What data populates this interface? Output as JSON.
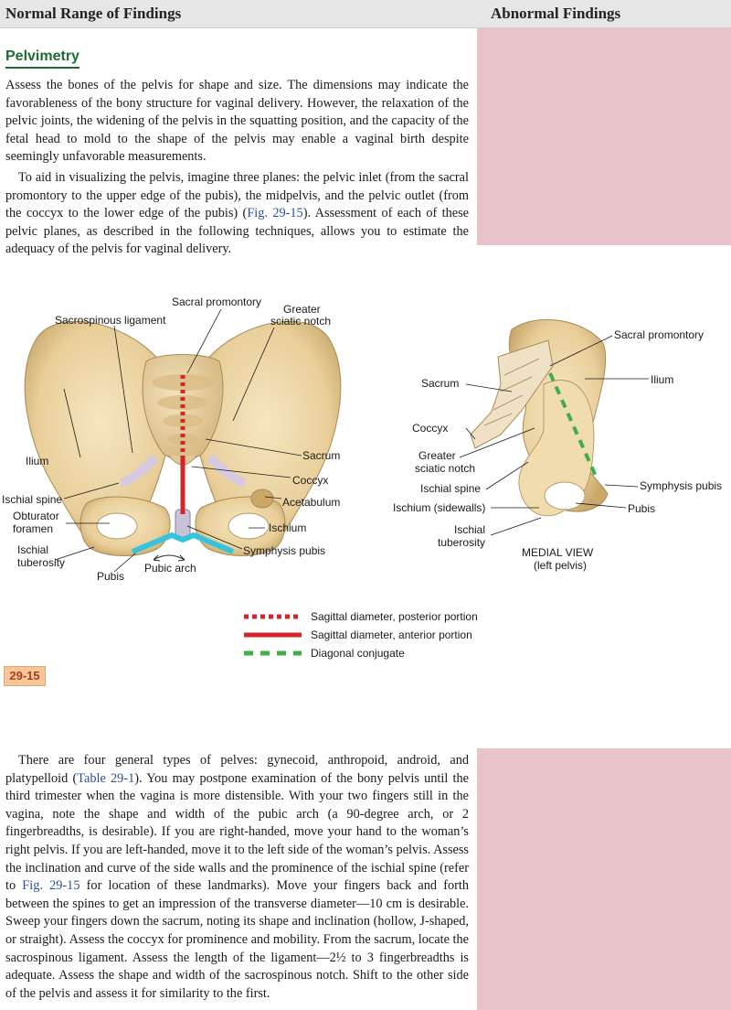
{
  "header": {
    "left": "Normal Range of Findings",
    "right": "Abnormal Findings"
  },
  "section": {
    "title": "Pelvimetry"
  },
  "para1": "Assess the bones of the pelvis for shape and size. The dimensions may indicate the favorableness of the bony structure for vaginal delivery. However, the relaxation of the pelvic joints, the widening of the pelvis in the squatting position, and the capacity of the fetal head to mold to the shape of the pelvis may enable a vaginal birth despite seemingly unfavorable measurements.",
  "para2": {
    "before": "To aid in visualizing the pelvis, imagine three planes: the pelvic inlet (from the sacral promontory to the upper edge of the pubis), the midpelvis, and the pelvic outlet (from the coccyx to the lower edge of the pubis) (",
    "link": "Fig. 29-15",
    "after": "). Assessment of each of these pelvic planes, as described in the following techniques, allows you to estimate the adequacy of the pelvis for vaginal delivery."
  },
  "figure": {
    "number": "29-15",
    "front_labels": {
      "sacral_promontory": "Sacral promontory",
      "greater_sciatic_notch_1": "Greater",
      "greater_sciatic_notch_2": "sciatic notch",
      "sacrospinous_ligament": "Sacrospinous ligament",
      "ilium": "Ilium",
      "sacrum": "Sacrum",
      "coccyx": "Coccyx",
      "acetabulum": "Acetabulum",
      "ischial_spine": "Ischial spine",
      "obturator_1": "Obturator",
      "obturator_2": "foramen",
      "ischium": "Ischium",
      "ischial_tuberosity_1": "Ischial",
      "ischial_tuberosity_2": "tuberosity",
      "symphysis_pubis": "Symphysis pubis",
      "pubic_arch": "Pubic arch",
      "pubis": "Pubis"
    },
    "medial_labels": {
      "sacral_promontory": "Sacral promontory",
      "sacrum": "Sacrum",
      "ilium": "Ilium",
      "coccyx": "Coccyx",
      "greater_sciatic_notch_1": "Greater",
      "greater_sciatic_notch_2": "sciatic notch",
      "ischial_spine": "Ischial spine",
      "symphysis_pubis": "Symphysis pubis",
      "ischium_sidewalls": "Ischium (sidewalls)",
      "pubis": "Pubis",
      "ischial_tuberosity_1": "Ischial",
      "ischial_tuberosity_2": "tuberosity",
      "view_title": "MEDIAL VIEW",
      "view_subtitle": "(left pelvis)"
    },
    "legend": [
      {
        "label": "Sagittal diameter, posterior portion",
        "color": "#d3262b",
        "style": "dotted"
      },
      {
        "label": "Sagittal diameter, anterior portion",
        "color": "#d3262b",
        "style": "solid"
      },
      {
        "label": "Diagonal conjugate",
        "color": "#3fae49",
        "style": "dashed"
      }
    ]
  },
  "para3": {
    "t1": "There are four general types of pelves: gynecoid, anthropoid, android, and platypelloid (",
    "l1": "Table 29-1",
    "t2": "). You may postpone examination of the bony pelvis until the third trimester when the vagina is more distensible. With your two fingers still in the vagina, note the shape and width of the pubic arch (a 90-degree arch, or 2 fingerbreadths, is desirable). If you are right-handed, move your hand to the woman’s right pelvis. If you are left-handed, move it to the left side of the woman’s pelvis. Assess the inclination and curve of the side walls and the prominence of the ischial spine (refer to ",
    "l2": "Fig. 29-15",
    "t3": " for location of these landmarks). Move your fingers back and forth between the spines to get an impression of the transverse diameter—10 cm is desirable. Sweep your fingers down the sacrum, noting its shape and inclination (hollow, J-shaped, or straight). Assess the coccyx for prominence and mobility. From the sacrum, locate the sacrospinous ligament. Assess the length of the ligament—2½ to 3 fingerbreadths is adequate. Assess the shape and width of the sacrospinous notch. Shift to the other side of the pelvis and assess it for similarity to the first."
  },
  "colors": {
    "section_green": "#1f6b35",
    "abnormal_panel": "#e8c4ca",
    "link_blue": "#2a4f9e",
    "figure_badge": "#f6c79a"
  }
}
